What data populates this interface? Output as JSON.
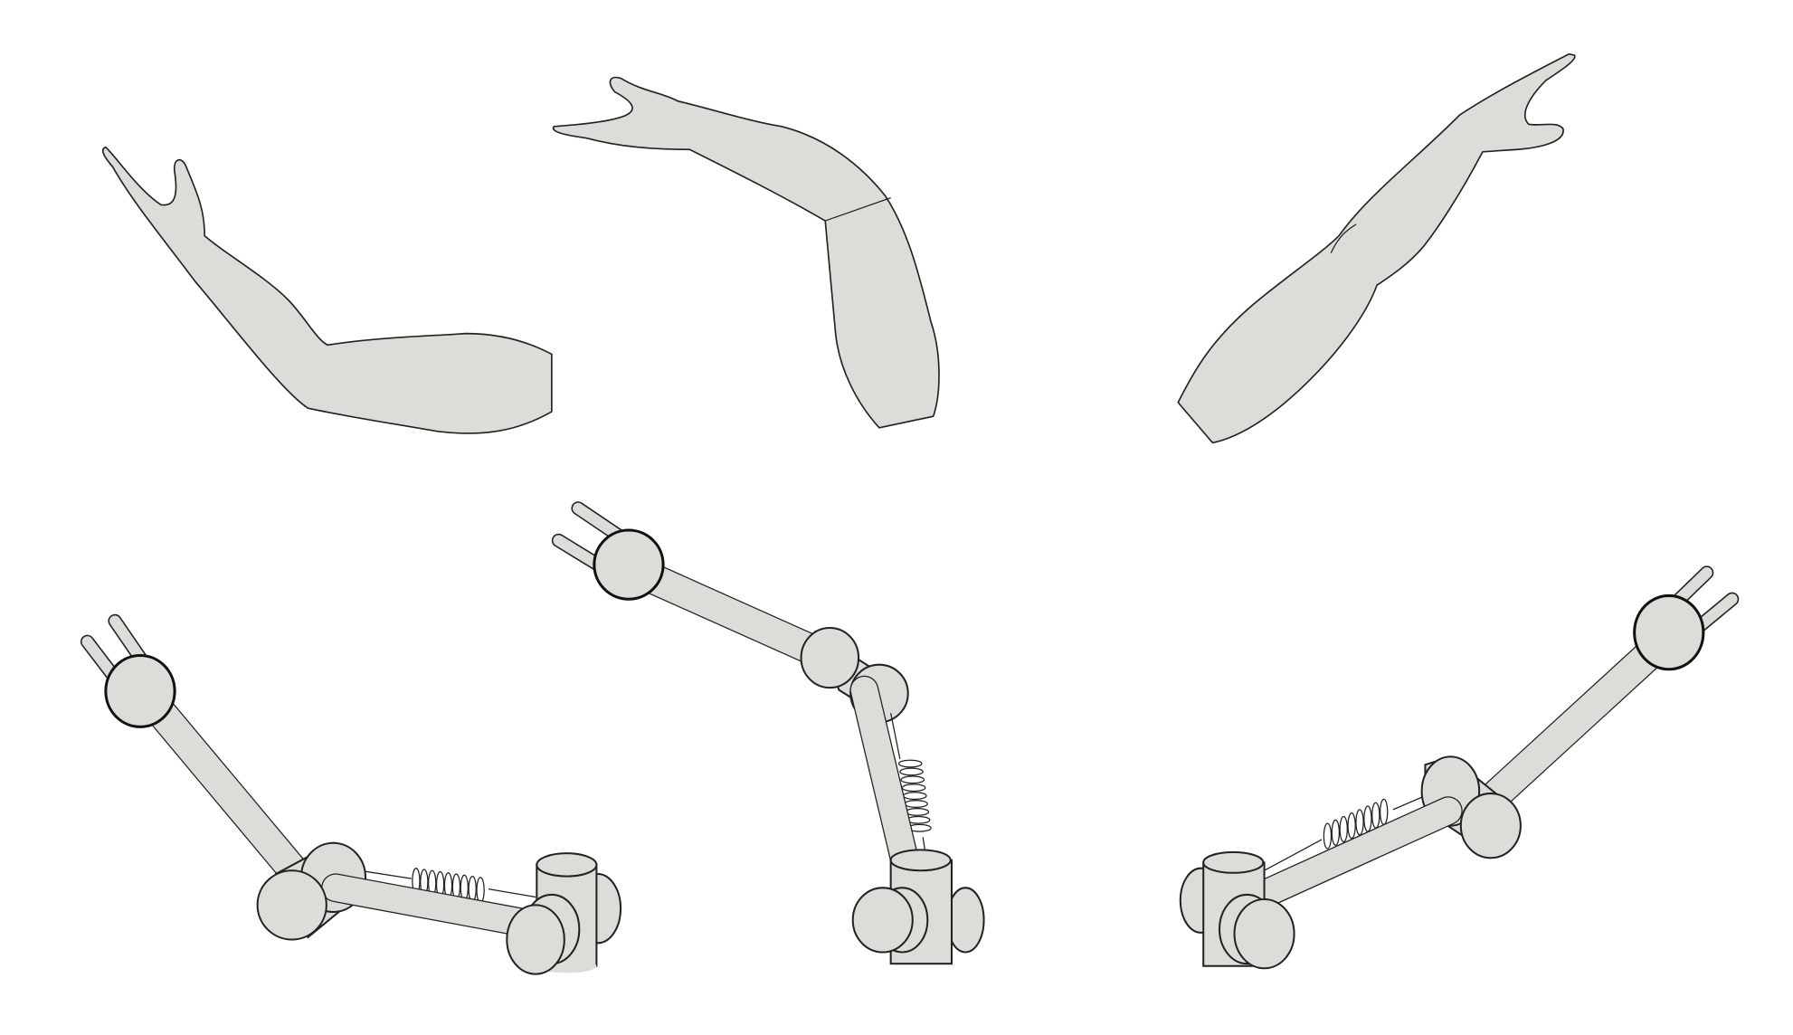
{
  "figure": {
    "panels": [
      {
        "top": "human-arm-extended-left",
        "bottom": "robot-arm-extended-left"
      },
      {
        "top": "human-arm-bent",
        "bottom": "robot-arm-bent"
      },
      {
        "top": "human-arm-raised-right",
        "bottom": "robot-arm-raised-right"
      }
    ],
    "colors": {
      "fill": "#dcdcd8",
      "stroke": "#222222",
      "background": "#ffffff"
    }
  }
}
